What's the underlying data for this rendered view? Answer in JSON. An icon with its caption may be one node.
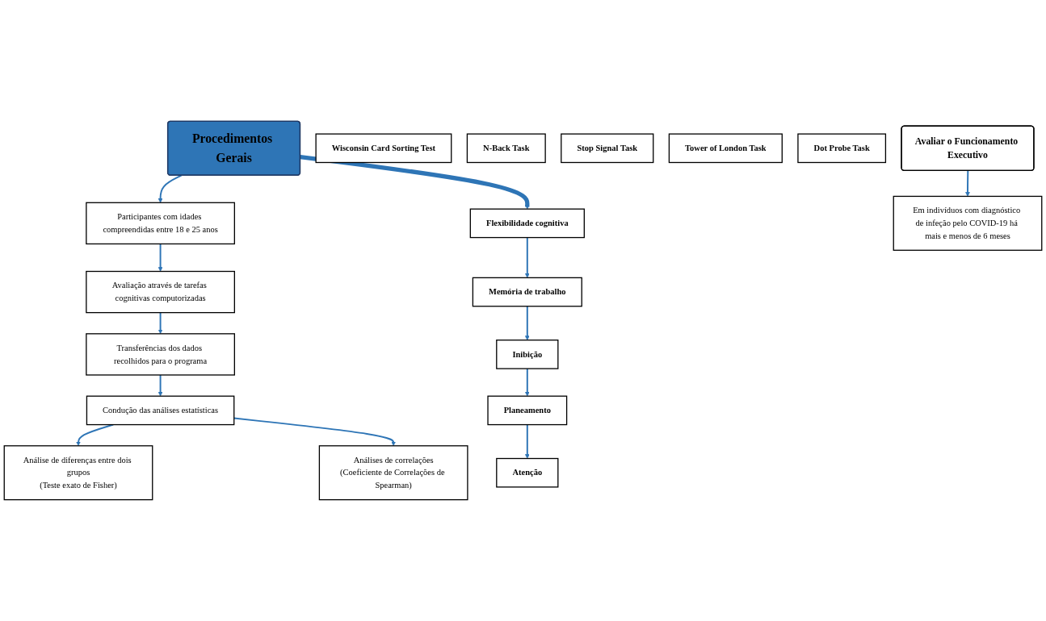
{
  "diagram": {
    "nodes": [
      {
        "text": [
          "Procedimentos Gerais"
        ]
      },
      {
        "text": [
          "Participantes com idades compreendidas entre 18 e 25 anos"
        ]
      },
      {
        "text": [
          "Avaliação através de tarefas cognitivas computorizadas"
        ]
      },
      {
        "text": [
          "Transferências dos dados recolhidos para o programa"
        ]
      },
      {
        "text": [
          "Condução das análises estatísticas"
        ]
      },
      {
        "text": [
          "Wisconsin Card Sorting Test"
        ]
      },
      {
        "text": [
          "N-Back Task"
        ]
      },
      {
        "text": [
          "Stop Signal Task"
        ]
      },
      {
        "text": [
          "Tower of London Task"
        ]
      },
      {
        "text": [
          "Dot Probe Task"
        ]
      },
      {
        "text": [
          "Análise de diferenças entre dois grupos",
          "(Teste exato de Fisher)"
        ]
      },
      {
        "text": [
          "Análises de correlações",
          "(Coeficiente de Correlações de Spearman)"
        ]
      },
      {
        "text": [
          "Flexibilidade cognitiva"
        ]
      },
      {
        "text": [
          "Memória de trabalho"
        ]
      },
      {
        "text": [
          "Inibição"
        ]
      },
      {
        "text": [
          "Planeamento"
        ]
      },
      {
        "text": [
          "Atenção"
        ]
      },
      {
        "text": [
          "Avaliar o Funcionamento Executivo"
        ]
      },
      {
        "text": [
          "Em indivíduos com diagnóstico de infeção pelo COVID-19 há mais e menos de 6 meses"
        ]
      }
    ],
    "edges": [
      {
        "from": 0,
        "to": 1,
        "arrow": "to"
      },
      {
        "from": 1,
        "to": 2,
        "arrow": "to"
      },
      {
        "from": 2,
        "to": 3,
        "arrow": "to"
      },
      {
        "from": 3,
        "to": 4,
        "arrow": "to"
      },
      {
        "from": 4,
        "to": 10,
        "arrow": "to"
      },
      {
        "from": 4,
        "to": 11,
        "arrow": "to"
      },
      {
        "from": 0,
        "to": 12,
        "arrow": "to",
        "style": "thick"
      },
      {
        "from": 12,
        "to": 13,
        "arrow": "to"
      },
      {
        "from": 13,
        "to": 14,
        "arrow": "to"
      },
      {
        "from": 14,
        "to": 15,
        "arrow": "to"
      },
      {
        "from": 15,
        "to": 16,
        "arrow": "to"
      },
      {
        "from": 17,
        "to": 18,
        "arrow": "to"
      }
    ]
  }
}
